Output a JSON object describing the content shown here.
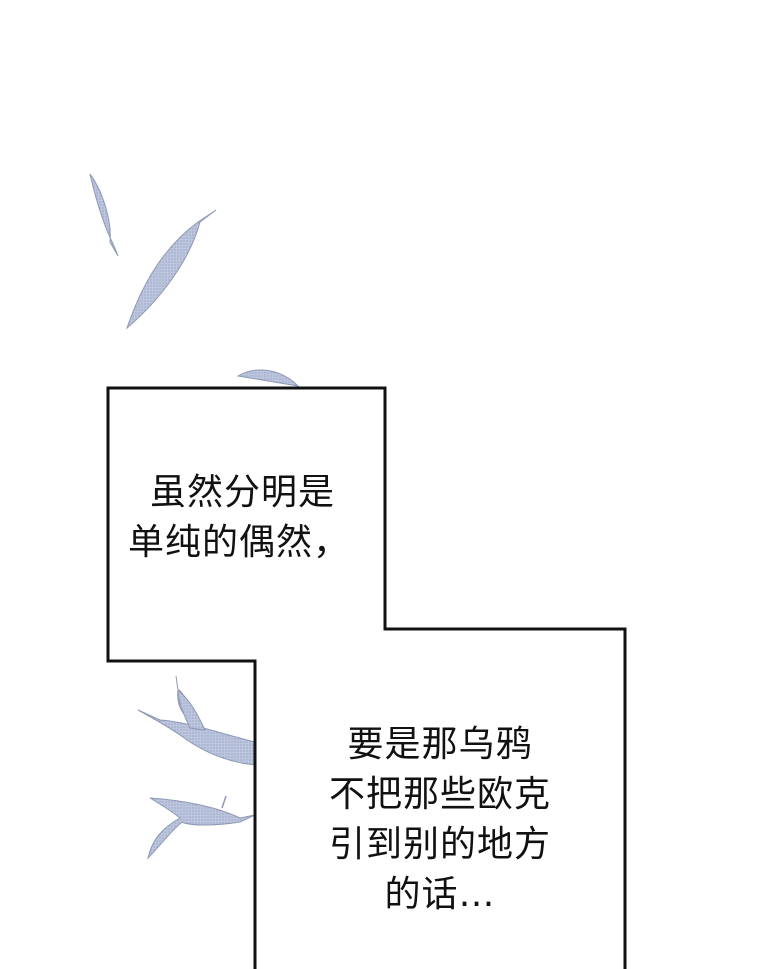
{
  "panel": {
    "caption_top": {
      "lines": [
        "虽然分明是",
        "单纯的偶然，"
      ]
    },
    "caption_bottom": {
      "lines": [
        "要是那乌鸦",
        "不把那些欧克",
        "引到别的地方",
        "的话…"
      ]
    }
  },
  "decorations": {
    "leaf_color": "#b4bfd9",
    "leaf_stroke": "#8e98b5",
    "border_color": "#111111"
  }
}
